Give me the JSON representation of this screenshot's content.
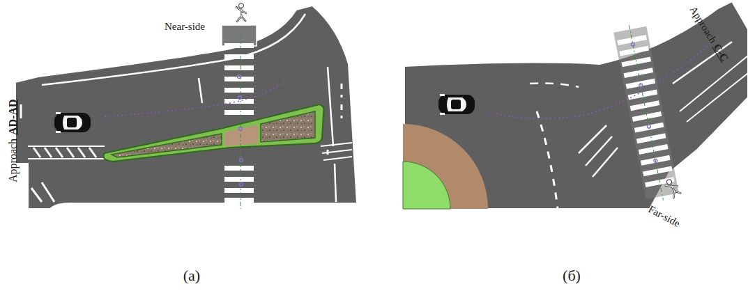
{
  "diagram": {
    "labels": [
      "Near-side",
      "Approach",
      "AD-AD",
      "(a)",
      "Approach",
      "C-C",
      "Far-side",
      "(б)"
    ]
  }
}
